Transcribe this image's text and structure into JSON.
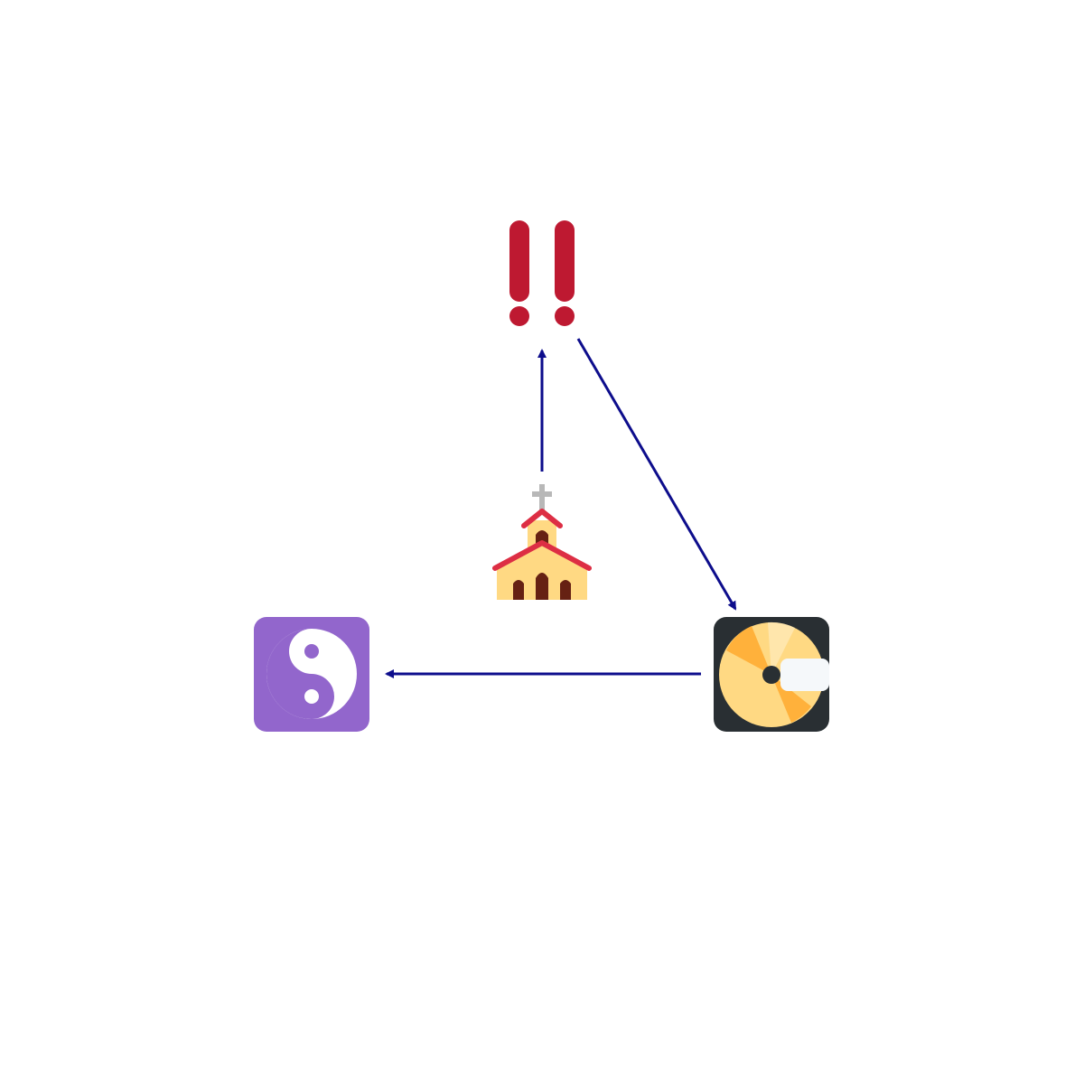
{
  "diagram": {
    "type": "directed-graph",
    "nodes": [
      {
        "id": "church",
        "icon": "church-icon"
      },
      {
        "id": "double-exclamation",
        "icon": "double-exclamation-mark-icon"
      },
      {
        "id": "minidisc",
        "icon": "minidisc-icon"
      },
      {
        "id": "yin-yang",
        "icon": "yin-yang-icon"
      }
    ],
    "edges": [
      {
        "from": "church",
        "to": "double-exclamation"
      },
      {
        "from": "double-exclamation",
        "to": "minidisc"
      },
      {
        "from": "minidisc",
        "to": "yin-yang"
      }
    ],
    "colors": {
      "arrow": "#0d0d8c",
      "exclamation": "#be1931",
      "yin_yang_bg": "#9266cc",
      "disc_bg": "#292f33",
      "disc": "#ffd983",
      "disc_accent": "#ffac33",
      "church_wall": "#ffd983",
      "church_roof": "#dd2e44",
      "church_door": "#662113",
      "cross": "#b8b8b8"
    }
  }
}
